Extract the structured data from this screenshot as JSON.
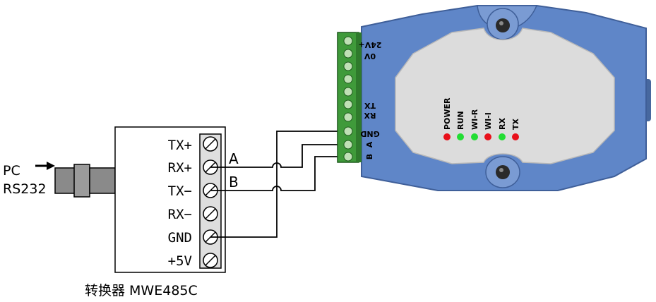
{
  "pc_label": {
    "line1": "PC",
    "line2": "RS232"
  },
  "converter": {
    "caption": "转换器 MWE485C",
    "terminals": [
      "TX+",
      "RX+",
      "TX−",
      "RX−",
      "GND",
      "+5V"
    ]
  },
  "wires": {
    "label_a": "A",
    "label_b": "B"
  },
  "module": {
    "terminal_labels": [
      "24V+",
      "0V",
      "TX",
      "RX",
      "GND",
      "A",
      "B"
    ],
    "leds": [
      {
        "label": "POWER",
        "color": "#e8101a"
      },
      {
        "label": "RUN",
        "color": "#22dd33"
      },
      {
        "label": "WI-R",
        "color": "#22dd33"
      },
      {
        "label": "WI-I",
        "color": "#e8101a"
      },
      {
        "label": "RX",
        "color": "#22dd33"
      },
      {
        "label": "TX",
        "color": "#e8101a"
      }
    ],
    "body_color": "#5f86c8",
    "face_color": "#dcdcdc"
  }
}
